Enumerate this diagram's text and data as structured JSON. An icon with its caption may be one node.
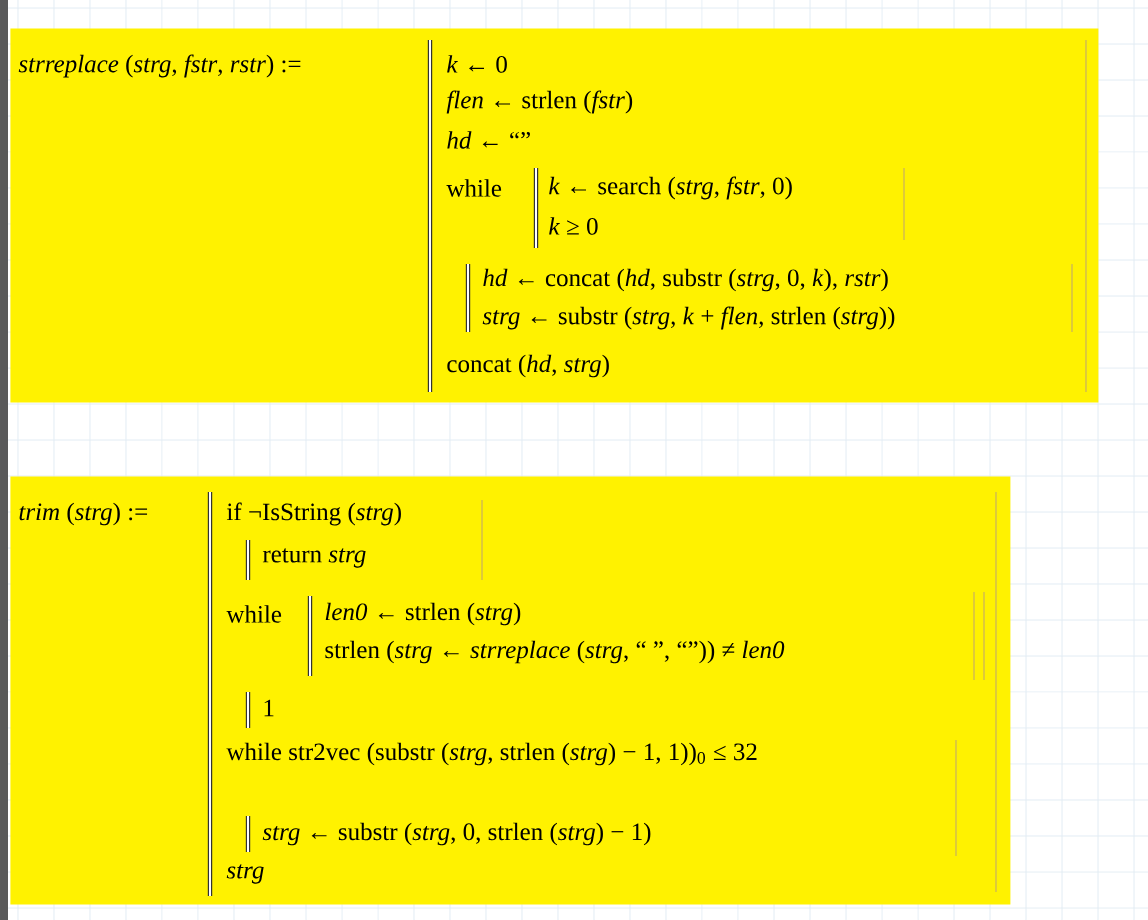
{
  "diagram": {
    "nodes": [
      {
        "text": [
          "*strreplace* (*strg*, *fstr*, *rstr*) :=",
          "*k* ← 0",
          "*flen* ← strlen (*fstr*)",
          "*hd* ← “”",
          "while",
          "*k* ← search (*strg*, *fstr*, 0)",
          "*k* ≥ 0",
          "*hd* ← concat (*hd*, substr (*strg*, 0, *k*), *rstr*)",
          "*strg* ← substr (*strg*, *k* + *flen*, strlen (*strg*))",
          "concat (*hd*, *strg*)"
        ]
      },
      {
        "text": [
          "*trim* (*strg*) :=",
          "if ¬IsString (*strg*)",
          "return *strg*",
          "while",
          "*len0* ← strlen (*strg*)",
          "strlen (*strg* ← *strreplace* (*strg*, “ ”, “”)) ≠ *len0*",
          "1",
          "while str2vec (substr (*strg*, strlen (*strg*) − 1, 1))$_{0}$ ≤ 32",
          "*strg* ← substr (*strg*, 0, strlen (*strg*) − 1)",
          "*strg*"
        ]
      }
    ]
  }
}
